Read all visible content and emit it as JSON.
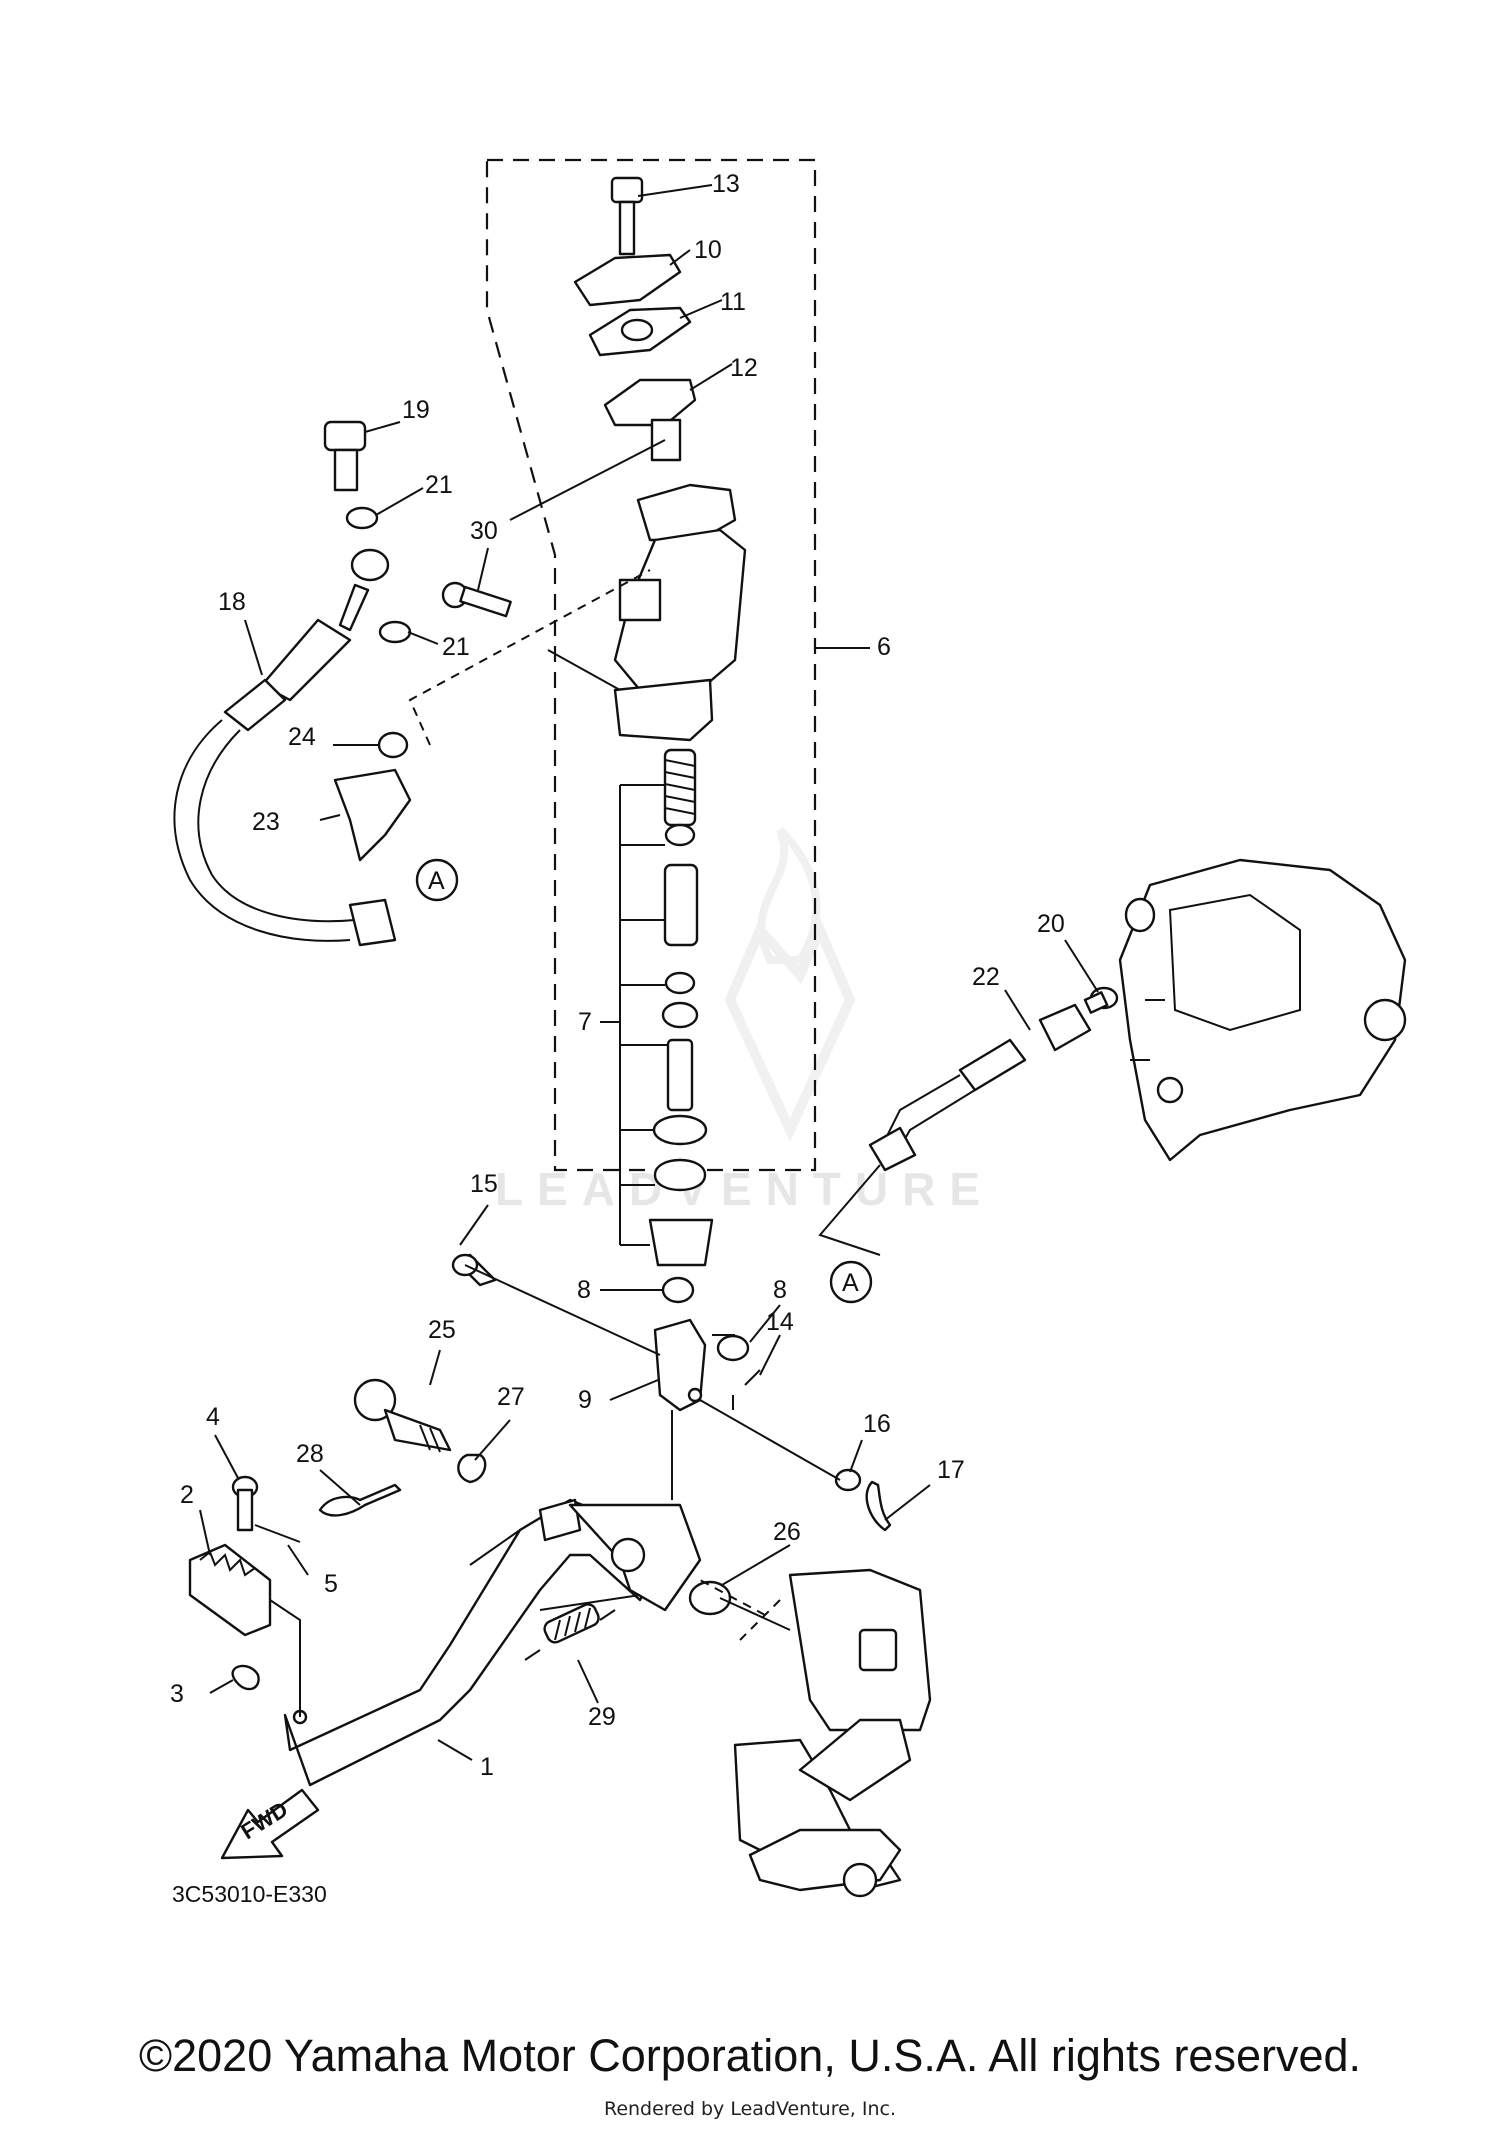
{
  "diagram": {
    "callouts": [
      "1",
      "2",
      "3",
      "4",
      "5",
      "6",
      "7",
      "8",
      "8",
      "9",
      "10",
      "11",
      "12",
      "13",
      "14",
      "15",
      "16",
      "17",
      "18",
      "19",
      "20",
      "21",
      "21",
      "22",
      "23",
      "24",
      "25",
      "26",
      "27",
      "28",
      "29",
      "30"
    ],
    "connector_label": "A",
    "fwd_label": "FWD",
    "diagram_ref": "3C53010-E330",
    "watermark": "LEADVENTURE"
  },
  "footer": {
    "copyright": "©2020 Yamaha Motor Corporation, U.S.A. All rights reserved.",
    "rendered_by": "Rendered by LeadVenture, Inc."
  }
}
